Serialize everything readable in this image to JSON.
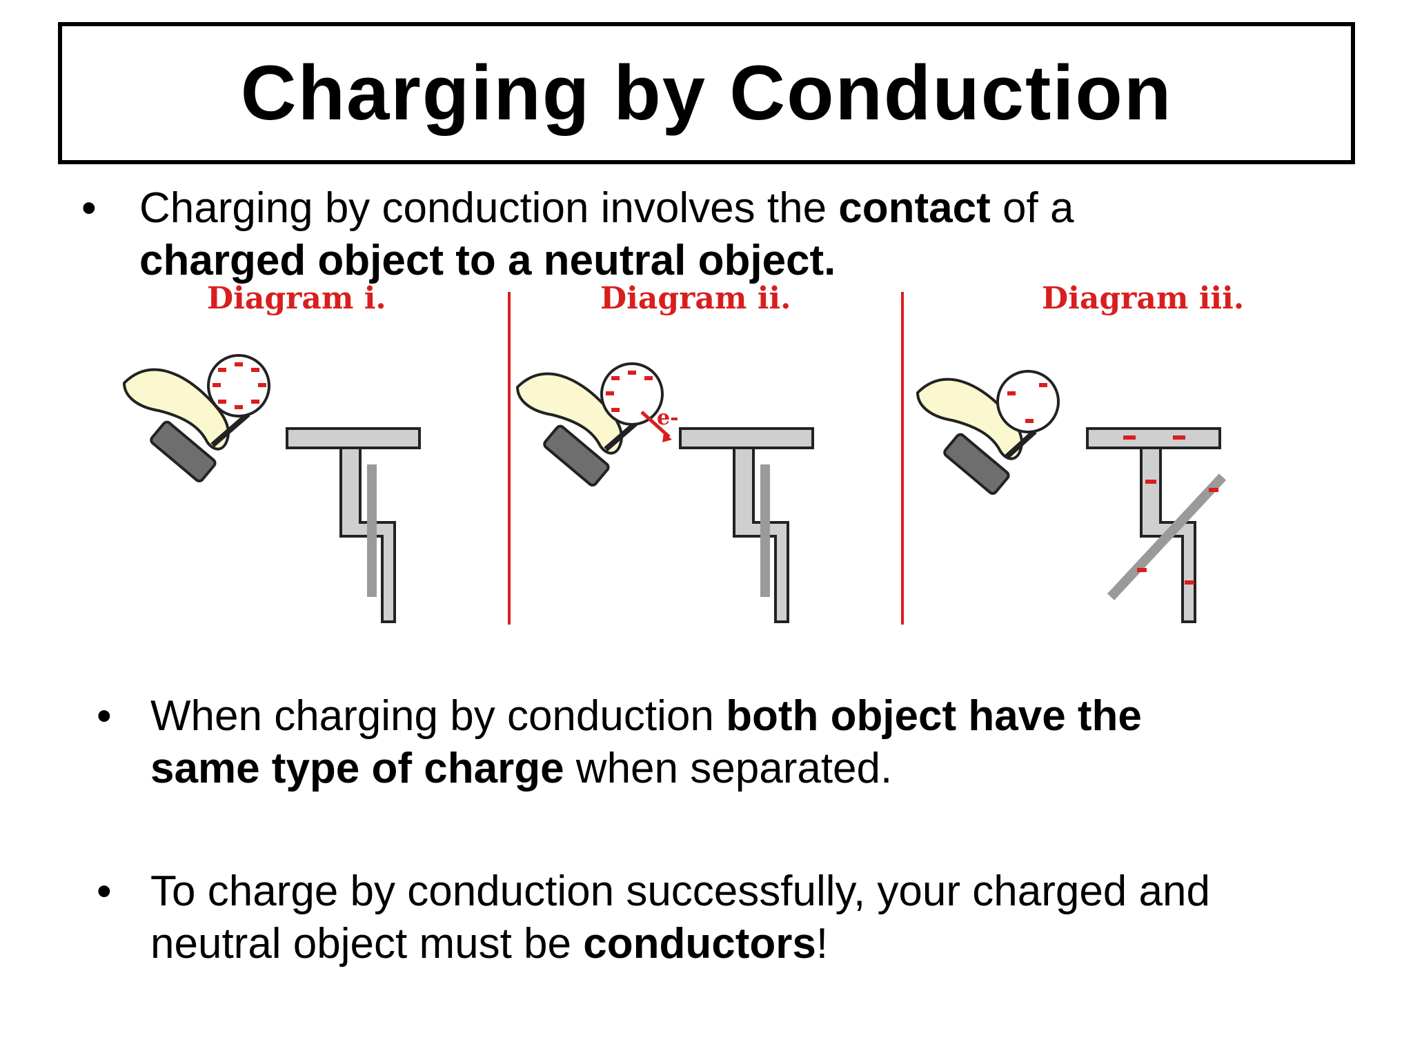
{
  "slide": {
    "title": "Charging by Conduction",
    "bullets": [
      {
        "marker": "•",
        "line1": [
          {
            "text": "Charging by conduction involves the ",
            "bold": false
          },
          {
            "text": "contact",
            "bold": true
          },
          {
            "text": " of a",
            "bold": false
          }
        ],
        "line2": [
          {
            "text": "charged object to a neutral object.",
            "bold": true
          }
        ]
      },
      {
        "marker": "•",
        "line1": [
          {
            "text": "When charging by conduction ",
            "bold": false
          },
          {
            "text": "both object have the",
            "bold": true
          }
        ],
        "line2": [
          {
            "text": "same type of charge",
            "bold": true
          },
          {
            "text": " when separated.",
            "bold": false
          }
        ]
      },
      {
        "marker": "•",
        "line1": [
          {
            "text": "To charge by conduction successfully, your charged and",
            "bold": false
          }
        ],
        "line2": [
          {
            "text": "neutral object must be ",
            "bold": false
          },
          {
            "text": "conductors",
            "bold": true
          },
          {
            "text": "!",
            "bold": false
          }
        ]
      }
    ],
    "diagrams": [
      {
        "label": "Diagram i."
      },
      {
        "label": "Diagram ii.",
        "electron_label": "e-"
      },
      {
        "label": "Diagram iii."
      }
    ],
    "colors": {
      "charge_red": "#d91e1e",
      "hand_fill": "#fbf8cf",
      "electroscope_fill": "#cfcfcf",
      "handle_fill": "#6e6e6e"
    }
  }
}
